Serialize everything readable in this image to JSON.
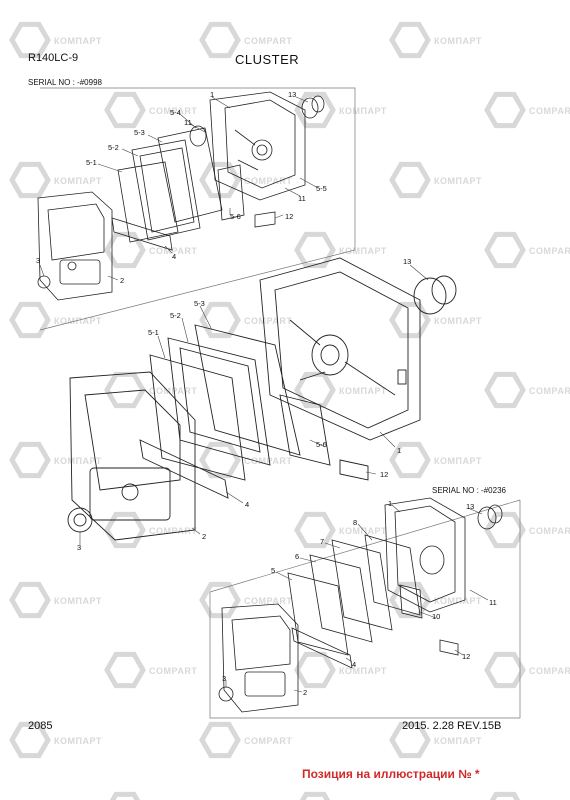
{
  "header": {
    "model": "R140LC-9",
    "title": "CLUSTER",
    "serial_top": "SERIAL NO : -#0998",
    "serial_bottom": "SERIAL NO : -#0236"
  },
  "footer": {
    "page_number": "2085",
    "revision": "2015. 2.28  REV.15B",
    "position_note": "Позиция на иллюстрации № *"
  },
  "watermark": {
    "brand_ru": "КОМПАРТ",
    "brand_en": "COMPART",
    "color": "#d8d8d8"
  },
  "accent_color": "#d22a2a",
  "callouts": {
    "top": [
      "1",
      "13",
      "5-4",
      "11",
      "5-3",
      "5-2",
      "5-1",
      "5-5",
      "11",
      "5-6",
      "12",
      "4",
      "3",
      "2"
    ],
    "middle": [
      "13",
      "5-3",
      "5-2",
      "5-1",
      "1",
      "5-6",
      "12",
      "4",
      "3",
      "2"
    ],
    "bottom": [
      "1",
      "13",
      "8",
      "7",
      "6",
      "5",
      "11",
      "10",
      "4",
      "12",
      "3",
      "2"
    ]
  }
}
